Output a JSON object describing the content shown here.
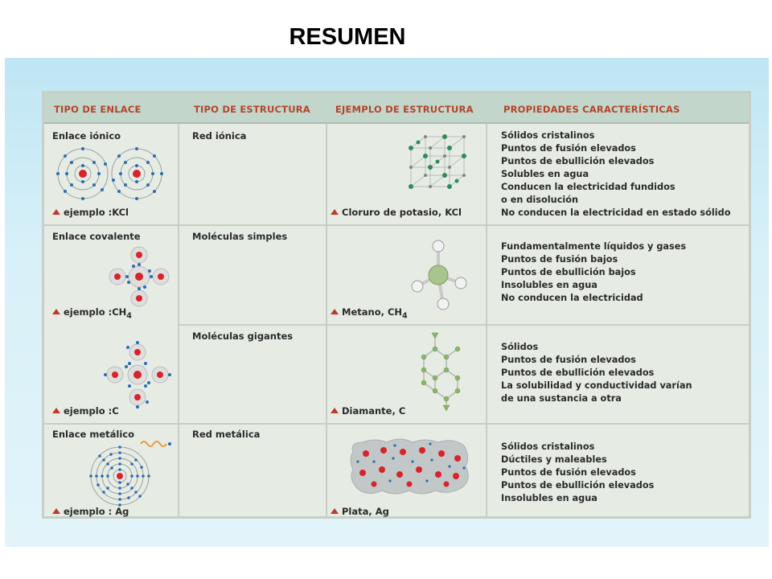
{
  "page": {
    "title": "RESUMEN"
  },
  "table": {
    "headers": [
      "TIPO DE ENLACE",
      "TIPO DE ESTRUCTURA",
      "EJEMPLO DE ESTRUCTURA",
      "PROPIEDADES CARACTERÍSTICAS"
    ],
    "rows": [
      {
        "bond": "Enlace iónico",
        "bond_example": "ejemplo :KCl",
        "structure": "Red iónica",
        "structure_example": "Cloruro de potasio, KCl",
        "properties": [
          "Sólidos cristalinos",
          "Puntos de fusión elevados",
          "Puntos de ebullición elevados",
          "Solubles en agua",
          "Conducen la electricidad fundidos",
          "o en disolución",
          "No conducen la electricidad en estado sólido"
        ]
      },
      {
        "bond": "Enlace covalente",
        "bond_example": "ejemplo :CH",
        "bond_example_sub": "4",
        "structure": "Moléculas simples",
        "structure_example": "Metano, CH",
        "structure_example_sub": "4",
        "properties": [
          "Fundamentalmente líquidos y gases",
          "Puntos de fusión bajos",
          "Puntos de ebullición bajos",
          "Insolubles en agua",
          "No conducen la electricidad"
        ]
      },
      {
        "bond_example": "ejemplo :C",
        "structure": "Moléculas gigantes",
        "structure_example": "Diamante, C",
        "properties": [
          "Sólidos",
          "Puntos de fusión elevados",
          "Puntos de ebullición elevados",
          "La solubilidad y conductividad varían",
          "de una sustancia a otra"
        ]
      },
      {
        "bond": "Enlace metálico",
        "bond_example": "ejemplo : Ag",
        "structure": "Red metálica",
        "structure_example": "Plata, Ag",
        "properties": [
          "Sólidos cristalinos",
          "Dúctiles y maleables",
          "Puntos de fusión elevados",
          "Puntos de ebullición elevados",
          "Insolubles en agua"
        ]
      }
    ]
  },
  "colors": {
    "header_text": "#b1462c",
    "nucleus": "#d8232a",
    "electron": "#2b6cb0",
    "atom_green": "#2e8b57"
  }
}
